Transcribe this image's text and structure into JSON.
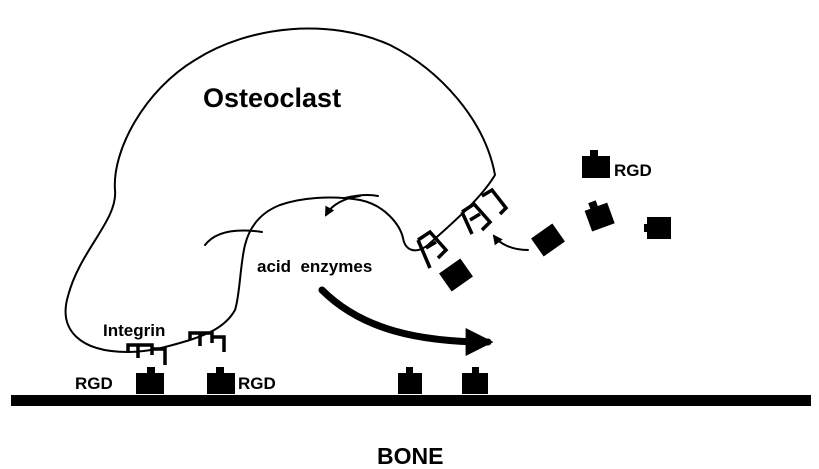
{
  "labels": {
    "cell": "Osteoclast",
    "integrin": "Integrin",
    "rgd": "RGD",
    "secretion": "acid  enzymes",
    "bone": "BONE"
  },
  "colors": {
    "ink": "#000000",
    "background": "#ffffff"
  }
}
